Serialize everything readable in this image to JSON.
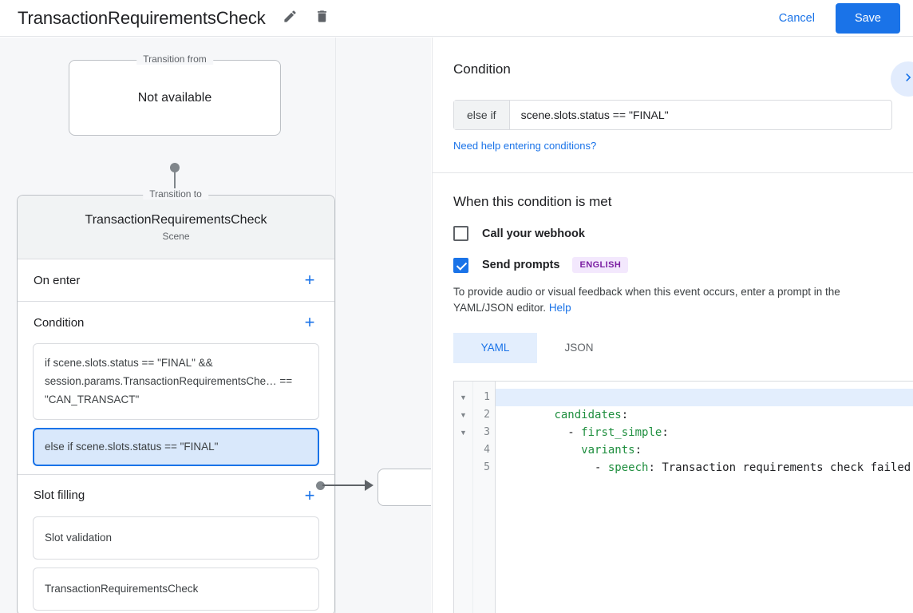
{
  "topbar": {
    "title": "TransactionRequirementsCheck",
    "edit_icon": "pencil-icon",
    "delete_icon": "trash-icon",
    "cancel_label": "Cancel",
    "save_label": "Save"
  },
  "graph": {
    "transition_from": {
      "legend": "Transition from",
      "value": "Not available"
    },
    "transition_to": {
      "legend": "Transition to",
      "scene_name": "TransactionRequirementsCheck",
      "scene_subtitle": "Scene"
    },
    "sections": [
      {
        "title": "On enter",
        "add_label": "+",
        "items": []
      },
      {
        "title": "Condition",
        "add_label": "+",
        "items": [
          {
            "text": "if scene.slots.status == \"FINAL\" && session.params.TransactionRequirementsChe… == \"CAN_TRANSACT\"",
            "selected": false
          },
          {
            "text": "else if scene.slots.status == \"FINAL\"",
            "selected": true
          }
        ]
      },
      {
        "title": "Slot filling",
        "add_label": "+",
        "items": [
          {
            "text": "Slot validation",
            "selected": false
          },
          {
            "text": "TransactionRequirementsCheck",
            "selected": false
          }
        ]
      }
    ]
  },
  "panel": {
    "expand_icon": "chevron-right-icon",
    "condition": {
      "heading": "Condition",
      "prefix": "else if",
      "value": "scene.slots.status == \"FINAL\"",
      "help_link": "Need help entering conditions?"
    },
    "when_met": {
      "heading": "When this condition is met",
      "webhook": {
        "label": "Call your webhook",
        "checked": false
      },
      "send_prompts": {
        "label": "Send prompts",
        "checked": true,
        "badge": "ENGLISH"
      },
      "help_text": "To provide audio or visual feedback when this event occurs, enter a prompt in the YAML/JSON editor.",
      "help_link": "Help"
    },
    "editor": {
      "tabs": [
        {
          "label": "YAML",
          "active": true
        },
        {
          "label": "JSON",
          "active": false
        }
      ],
      "line_numbers": [
        "1",
        "2",
        "3",
        "4",
        "5"
      ],
      "fold_arrows": [
        "▼",
        "▼",
        "▼"
      ],
      "lines": [
        {
          "key": "candidates",
          "indent": "",
          "dash": "",
          "value": "",
          "active": true
        },
        {
          "key": "first_simple",
          "indent": "  ",
          "dash": "- ",
          "value": "",
          "active": false
        },
        {
          "key": "variants",
          "indent": "    ",
          "dash": "",
          "value": "",
          "active": false
        },
        {
          "key": "speech",
          "indent": "      ",
          "dash": "- ",
          "value": " Transaction requirements check failed",
          "active": false
        },
        {
          "key": "",
          "indent": "",
          "dash": "",
          "value": "",
          "active": false
        }
      ]
    }
  },
  "colors": {
    "accent": "#1a73e8",
    "selected_fill": "#d9e8fb",
    "badge_bg": "#f3e8fd",
    "badge_fg": "#7b1fa2",
    "yaml_key": "#1e8e3e",
    "canvas_bg": "#f6f7f9"
  }
}
